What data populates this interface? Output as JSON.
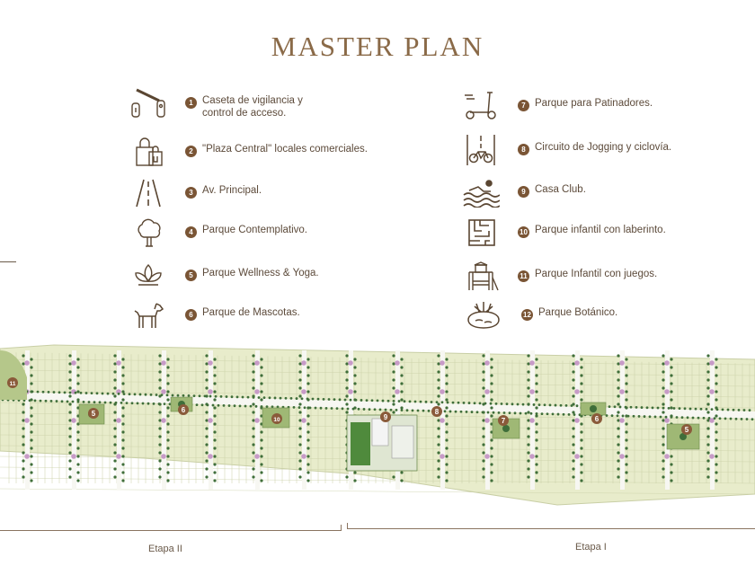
{
  "title": "MASTER PLAN",
  "legend": [
    {
      "num": "1",
      "label": "Caseta de vigilancia y control de acceso.",
      "icon": "gate-barrier-icon"
    },
    {
      "num": "2",
      "label": "\"Plaza Central\" locales comerciales.",
      "icon": "shopping-bag-icon"
    },
    {
      "num": "3",
      "label": "Av. Principal.",
      "icon": "road-icon"
    },
    {
      "num": "4",
      "label": "Parque Contemplativo.",
      "icon": "tree-icon"
    },
    {
      "num": "5",
      "label": "Parque Wellness  & Yoga.",
      "icon": "lotus-icon"
    },
    {
      "num": "6",
      "label": "Parque de Mascotas.",
      "icon": "dog-icon"
    },
    {
      "num": "7",
      "label": "Parque para Patinadores.",
      "icon": "scooter-icon"
    },
    {
      "num": "8",
      "label": "Circuito de Jogging y ciclovía.",
      "icon": "bicycle-icon"
    },
    {
      "num": "9",
      "label": "Casa Club.",
      "icon": "swimmer-icon"
    },
    {
      "num": "10",
      "label": "Parque infantil con laberinto.",
      "icon": "maze-icon"
    },
    {
      "num": "11",
      "label": "Parque Infantil con juegos.",
      "icon": "playground-icon"
    },
    {
      "num": "12",
      "label": "Parque Botánico.",
      "icon": "pond-icon"
    }
  ],
  "map": {
    "markers": [
      "11",
      "5",
      "6",
      "10",
      "9",
      "8",
      "7",
      "6",
      "5"
    ],
    "colors": {
      "lot": "#e8eccb",
      "lot_line": "#c9cfa6",
      "street": "#f7f7f2",
      "tree": "#3f6e3a",
      "flower": "#c79bc7",
      "marker": "#8a5a3a",
      "clubhouse": "#4f8a3c"
    }
  },
  "stages": [
    {
      "label": "Etapa II"
    },
    {
      "label": "Etapa I"
    }
  ]
}
